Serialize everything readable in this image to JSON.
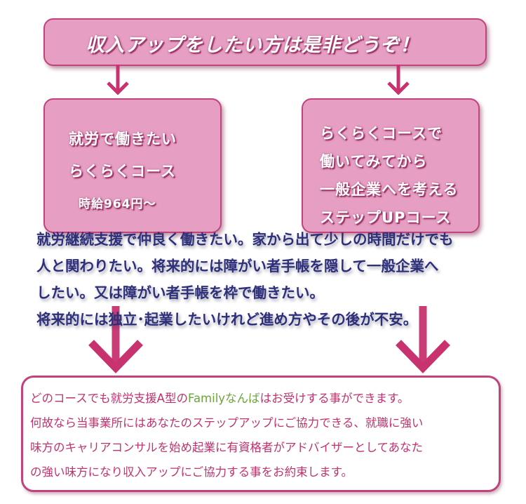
{
  "top_banner": {
    "text": "収入アップをしたい方は是非どうぞ！"
  },
  "left_course": {
    "line1": "就労で働きたい",
    "line2": "らくらくコース",
    "line3": "時給964円～"
  },
  "right_course": {
    "line1": "らくらくコースで",
    "line2": "働いてみてから",
    "line3": "一般企業へを考える",
    "line4": "ステップUPコース"
  },
  "middle_text": [
    "就労継続支援で仲良く働きたい。家から出て少しの時間だけでも",
    "人と関わりたい。将来的には障がい者手帳を隠して一般企業へ",
    "したい。又は障がい者手帳を枠で働きたい。",
    "将来的には独立･起業したいけれど進め方やその後が不安。"
  ],
  "bottom_text": {
    "line1_before": " どのコースでも就労支援A型の",
    "line1_family": "Familyなんば",
    "line1_after": "はお受けする事ができます。",
    "line2": "何故なら当事業所にはあなたのステップアップにご協力できる、就職に強い",
    "line3": "味方のキャリアコンサルを始め起業に有資格者がアドバイザーとしてあなた",
    "line4": "の強い味方になり収入アップにご協力する事をお約束します。"
  },
  "colors": {
    "box_fill": "#e79ec3",
    "box_border": "#c0437c",
    "arrow": "#c7326f",
    "middle_text": "#2d2f7a",
    "bottom_text": "#c0326f",
    "family_highlight": "#6aa63a"
  }
}
